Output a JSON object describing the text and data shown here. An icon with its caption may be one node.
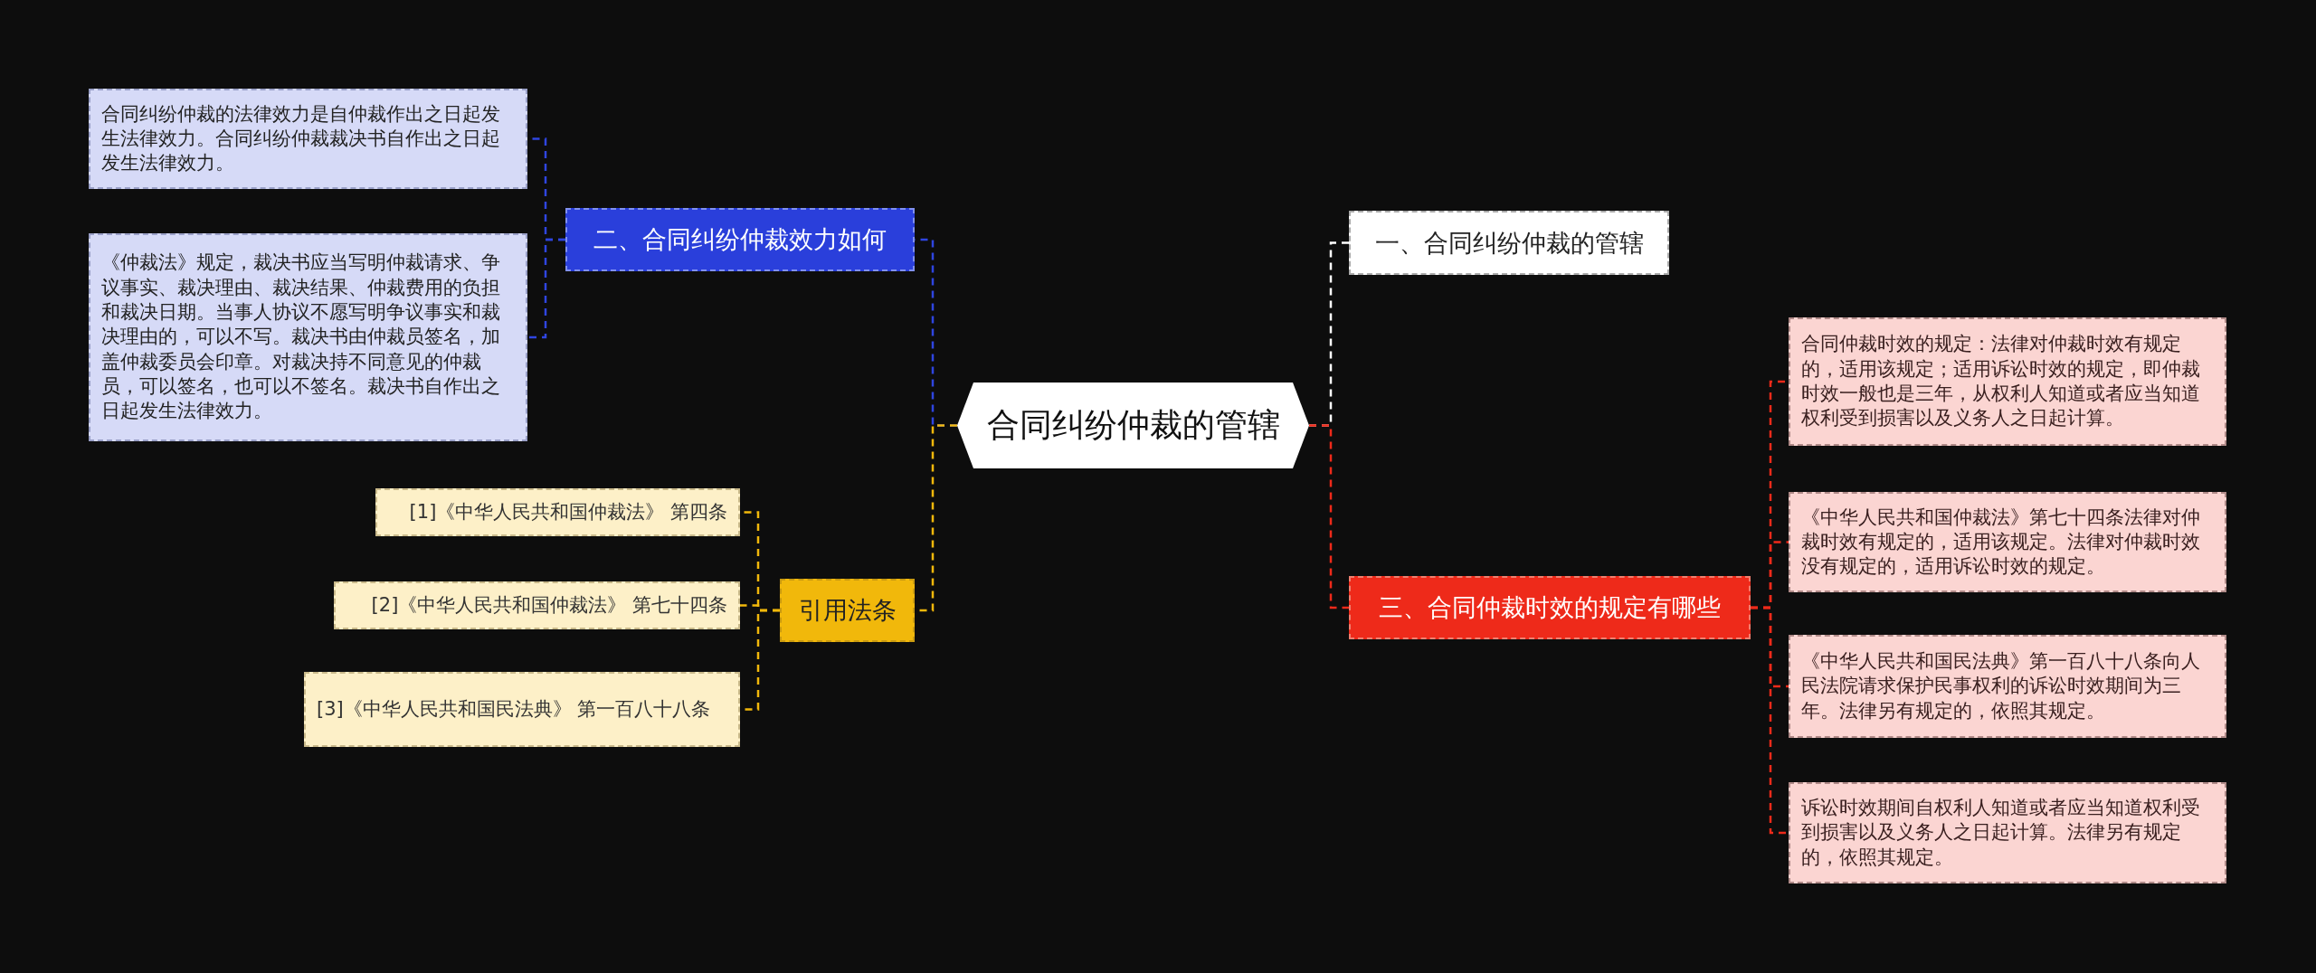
{
  "diagram": {
    "nodes": [
      {
        "text": [
          "合同纠纷仲裁的管辖"
        ]
      },
      {
        "text": [
          "二、合同纠纷仲裁效力如何"
        ]
      },
      {
        "text": [
          "合同纠纷仲裁的法律效力是自仲裁作出之日起发生法律效力。合同纠纷仲裁裁决书自作出之日起发生法律效力。"
        ]
      },
      {
        "text": [
          "《仲裁法》规定，裁决书应当写明仲裁请求、争议事实、裁决理由、裁决结果、仲裁费用的负担和裁决日期。当事人协议不愿写明争议事实和裁决理由的，可以不写。裁决书由仲裁员签名，加盖仲裁委员会印章。对裁决持不同意见的仲裁员，可以签名，也可以不签名。裁决书自作出之日起发生法律效力。"
        ]
      },
      {
        "text": [
          "引用法条"
        ]
      },
      {
        "text": [
          "[1]《中华人民共和国仲裁法》 第四条"
        ]
      },
      {
        "text": [
          "[2]《中华人民共和国仲裁法》 第七十四条"
        ]
      },
      {
        "text": [
          "[3]《中华人民共和国民法典》 第一百八十八条"
        ]
      },
      {
        "text": [
          "一、合同纠纷仲裁的管辖"
        ]
      },
      {
        "text": [
          "三、合同仲裁时效的规定有哪些"
        ]
      },
      {
        "text": [
          "合同仲裁时效的规定：法律对仲裁时效有规定的，适用该规定；适用诉讼时效的规定，即仲裁时效一般也是三年，从权利人知道或者应当知道权利受到损害以及义务人之日起计算。"
        ]
      },
      {
        "text": [
          "《中华人民共和国仲裁法》第七十四条法律对仲裁时效有规定的，适用该规定。法律对仲裁时效没有规定的，适用诉讼时效的规定。"
        ]
      },
      {
        "text": [
          "《中华人民共和国民法典》第一百八十八条向人民法院请求保护民事权利的诉讼时效期间为三年。法律另有规定的，依照其规定。"
        ]
      },
      {
        "text": [
          "诉讼时效期间自权利人知道或者应当知道权利受到损害以及义务人之日起计算。法律另有规定的，依照其规定。"
        ]
      }
    ],
    "edges": [
      {
        "from": 0,
        "to": 1,
        "arrow": "none",
        "style": "dashed",
        "color": "#2f45e0"
      },
      {
        "from": 1,
        "to": 2,
        "arrow": "none",
        "style": "dashed",
        "color": "#2f45e0"
      },
      {
        "from": 1,
        "to": 3,
        "arrow": "none",
        "style": "dashed",
        "color": "#2f45e0"
      },
      {
        "from": 0,
        "to": 4,
        "arrow": "none",
        "style": "dashed",
        "color": "#f1b80b"
      },
      {
        "from": 4,
        "to": 5,
        "arrow": "none",
        "style": "dashed",
        "color": "#f1b80b"
      },
      {
        "from": 4,
        "to": 6,
        "arrow": "none",
        "style": "dashed",
        "color": "#f1b80b"
      },
      {
        "from": 4,
        "to": 7,
        "arrow": "none",
        "style": "dashed",
        "color": "#f1b80b"
      },
      {
        "from": 0,
        "to": 8,
        "arrow": "none",
        "style": "dashed",
        "color": "#ffffff"
      },
      {
        "from": 0,
        "to": 9,
        "arrow": "none",
        "style": "dashed",
        "color": "#ee2a1a"
      },
      {
        "from": 9,
        "to": 10,
        "arrow": "none",
        "style": "dashed",
        "color": "#ee2a1a"
      },
      {
        "from": 9,
        "to": 11,
        "arrow": "none",
        "style": "dashed",
        "color": "#ee2a1a"
      },
      {
        "from": 9,
        "to": 12,
        "arrow": "none",
        "style": "dashed",
        "color": "#ee2a1a"
      },
      {
        "from": 9,
        "to": 13,
        "arrow": "none",
        "style": "dashed",
        "color": "#ee2a1a"
      }
    ]
  }
}
